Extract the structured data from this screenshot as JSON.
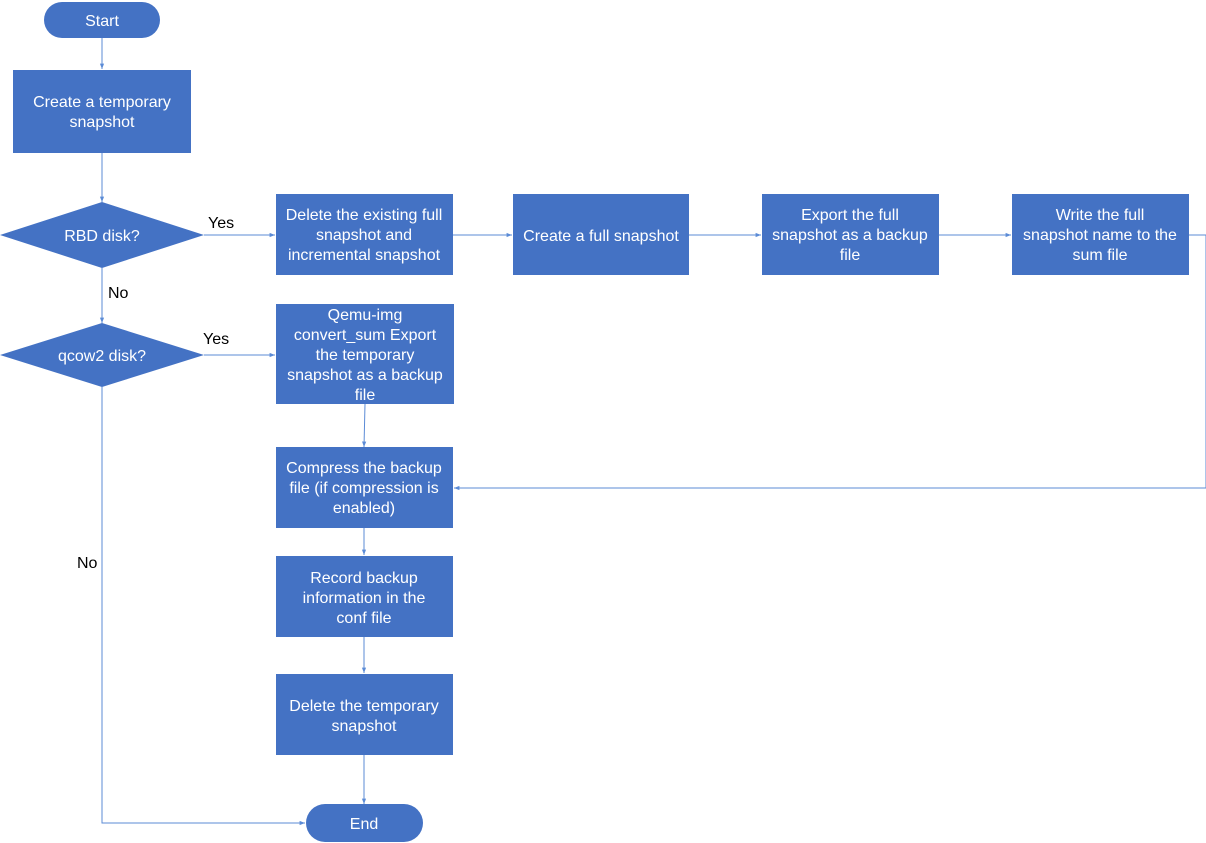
{
  "colors": {
    "node_fill": "#4472c4",
    "connector": "#5b8bd6",
    "node_text": "#ffffff",
    "edge_label_text": "#000000"
  },
  "nodes": {
    "start": {
      "lines": [
        "Start"
      ]
    },
    "create_temp": {
      "lines": [
        "Create a temporary",
        "snapshot"
      ]
    },
    "rbd_disk": {
      "lines": [
        "RBD disk?"
      ]
    },
    "delete_existing": {
      "lines": [
        "Delete the existing full",
        "snapshot and",
        "incremental snapshot"
      ]
    },
    "create_full": {
      "lines": [
        "Create a full snapshot"
      ]
    },
    "export_full": {
      "lines": [
        "Export the full",
        "snapshot as a backup",
        "file"
      ]
    },
    "write_full": {
      "lines": [
        "Write the full",
        "snapshot name to the",
        "sum file"
      ]
    },
    "qcow2_disk": {
      "lines": [
        "qcow2 disk?"
      ]
    },
    "qemu_img": {
      "lines": [
        "Qemu-img",
        "convert_sum Export",
        "the temporary",
        "snapshot as a backup",
        "file"
      ]
    },
    "compress": {
      "lines": [
        "Compress the backup",
        "file (if compression is",
        "enabled)"
      ]
    },
    "record": {
      "lines": [
        "Record backup",
        "information in the",
        "conf file"
      ]
    },
    "delete_temp": {
      "lines": [
        "Delete the temporary",
        "snapshot"
      ]
    },
    "end": {
      "lines": [
        "End"
      ]
    }
  },
  "edge_labels": {
    "rbd_yes": "Yes",
    "rbd_no": "No",
    "qcow2_yes": "Yes",
    "qcow2_no": "No"
  }
}
